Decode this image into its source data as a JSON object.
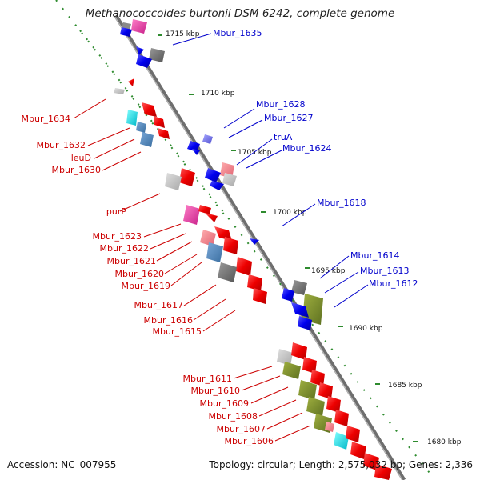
{
  "title": "Methanococcoides burtonii DSM 6242, complete genome",
  "footer": {
    "accession": "Accession: NC_007955",
    "info": "Topology: circular; Length: 2,575,032 bp; Genes: 2,336"
  },
  "colors": {
    "backbone": "#7a7a7a",
    "scale_dots": "#2e8b2e",
    "label_red": "#cc0000",
    "label_blue": "#0000cc",
    "tick_label": "#111111"
  },
  "scale_ticks": [
    {
      "label": "1715 kbp"
    },
    {
      "label": "1710 kbp"
    },
    {
      "label": "1705 kbp"
    },
    {
      "label": "1700 kbp"
    },
    {
      "label": "1695 kbp"
    },
    {
      "label": "1690 kbp"
    },
    {
      "label": "1685 kbp"
    },
    {
      "label": "1680 kbp"
    }
  ],
  "gene_labels": [
    {
      "name": "Mbur_1635",
      "color": "blue"
    },
    {
      "name": "Mbur_1634",
      "color": "red"
    },
    {
      "name": "Mbur_1628",
      "color": "blue"
    },
    {
      "name": "Mbur_1627",
      "color": "blue"
    },
    {
      "name": "truA",
      "color": "blue"
    },
    {
      "name": "Mbur_1624",
      "color": "blue"
    },
    {
      "name": "Mbur_1632",
      "color": "red"
    },
    {
      "name": "leuD",
      "color": "red"
    },
    {
      "name": "Mbur_1630",
      "color": "red"
    },
    {
      "name": "Mbur_1618",
      "color": "blue"
    },
    {
      "name": "purP",
      "color": "red"
    },
    {
      "name": "Mbur_1623",
      "color": "red"
    },
    {
      "name": "Mbur_1622",
      "color": "red"
    },
    {
      "name": "Mbur_1621",
      "color": "red"
    },
    {
      "name": "Mbur_1620",
      "color": "red"
    },
    {
      "name": "Mbur_1619",
      "color": "red"
    },
    {
      "name": "Mbur_1614",
      "color": "blue"
    },
    {
      "name": "Mbur_1613",
      "color": "blue"
    },
    {
      "name": "Mbur_1612",
      "color": "blue"
    },
    {
      "name": "Mbur_1617",
      "color": "red"
    },
    {
      "name": "Mbur_1616",
      "color": "red"
    },
    {
      "name": "Mbur_1615",
      "color": "red"
    },
    {
      "name": "Mbur_1611",
      "color": "red"
    },
    {
      "name": "Mbur_1610",
      "color": "red"
    },
    {
      "name": "Mbur_1609",
      "color": "red"
    },
    {
      "name": "Mbur_1608",
      "color": "red"
    },
    {
      "name": "Mbur_1607",
      "color": "red"
    },
    {
      "name": "Mbur_1606",
      "color": "red"
    }
  ]
}
